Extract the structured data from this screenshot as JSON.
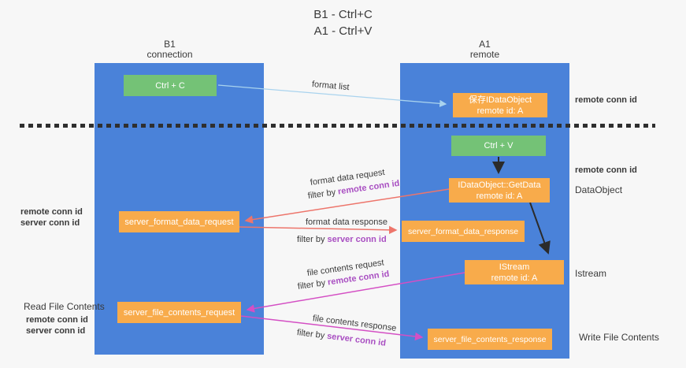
{
  "title": {
    "line1": "B1 - Ctrl+C",
    "line2": "A1 - Ctrl+V"
  },
  "lanes": {
    "b1": {
      "name": "B1",
      "subtitle": "connection"
    },
    "a1": {
      "name": "A1",
      "subtitle": "remote"
    }
  },
  "boxes": {
    "ctrl_c": {
      "label": "Ctrl + C"
    },
    "ctrl_v": {
      "label": "Ctrl + V"
    },
    "save_idataobject": {
      "line1": "保存IDataObject",
      "line2": "remote id: A"
    },
    "getdata": {
      "line1": "IDataObject::GetData",
      "line2": "remote id: A"
    },
    "istream": {
      "line1": "IStream",
      "line2": "remote id: A"
    },
    "format_request": {
      "label": "server_format_data_request"
    },
    "format_response": {
      "label": "server_format_data_response"
    },
    "file_request": {
      "label": "server_file_contents_request"
    },
    "file_response": {
      "label": "server_file_contents_response"
    }
  },
  "flow_labels": {
    "format_list": "format list",
    "format_data_request": "format data request",
    "format_data_response": "format data response",
    "file_contents_request": "file contents request",
    "file_contents_response": "file contents response",
    "filter_by": "filter by",
    "remote_conn_id": "remote conn id",
    "server_conn_id": "server conn id"
  },
  "side_labels": {
    "right_remote_conn_id_top": "remote conn id",
    "right_remote_conn_id_mid": "remote conn id",
    "dataobject": "DataObject",
    "istream": "Istream",
    "write_file_contents": "Write File Contents",
    "left_remote_conn_id_top": "remote conn id",
    "left_server_conn_id_top": "server conn id",
    "read_file_contents": "Read File Contents",
    "left_remote_conn_id_bottom": "remote conn id",
    "left_server_conn_id_bottom": "server conn id"
  },
  "colors": {
    "lane_blue": "#4a82d9",
    "box_orange": "#f8ab4b",
    "box_green": "#74c276",
    "arrow_light_blue": "#a9d3ee",
    "arrow_red": "#ed756b",
    "arrow_magenta": "#d44fc4",
    "arrow_black": "#2b2b2b",
    "text_purple": "#a94fc2",
    "text_green": "#5cb85f",
    "background": "#f7f7f7"
  }
}
